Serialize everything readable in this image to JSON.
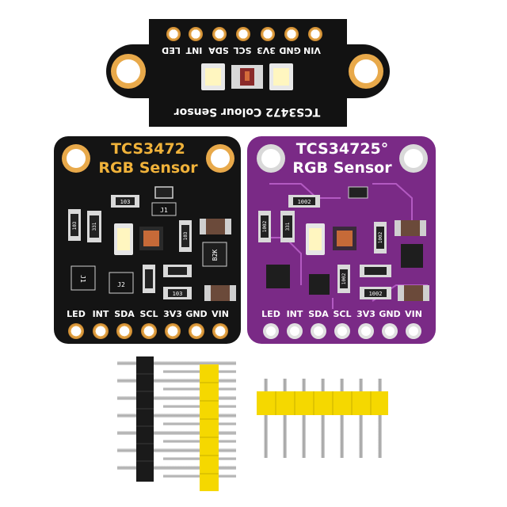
{
  "boards": {
    "long": {
      "pin_labels": [
        "VIN",
        "GND",
        "3V3",
        "SCL",
        "SDA",
        "INT",
        "LED"
      ],
      "caption": "TCS3472 Colour Sensor"
    },
    "black": {
      "title_line1": "TCS3472",
      "title_line2": "RGB Sensor",
      "pin_labels": [
        "LED",
        "INT",
        "SDA",
        "SCL",
        "3V3",
        "GND",
        "VIN"
      ],
      "component_labels": [
        "103",
        "103",
        "331",
        "J1",
        "103",
        "J1",
        "103",
        "J2",
        "B2K"
      ]
    },
    "purple": {
      "title_line1": "TCS34725°",
      "title_line2": "RGB Sensor",
      "pin_labels": [
        "LED",
        "INT",
        "SDA",
        "SCL",
        "3V3",
        "GND",
        "VIN"
      ],
      "component_labels": [
        "1002",
        "331",
        "1002",
        "1002",
        "1002",
        "1002"
      ]
    }
  },
  "colors": {
    "black_pcb": "#141414",
    "purple_pcb": "#7a2a86",
    "gold_pad": "#e8a94a",
    "header_yellow": "#f5d800",
    "header_black": "#1a1a1a",
    "pin_metal": "#c9c9c9",
    "led_white": "#fff6c0"
  }
}
